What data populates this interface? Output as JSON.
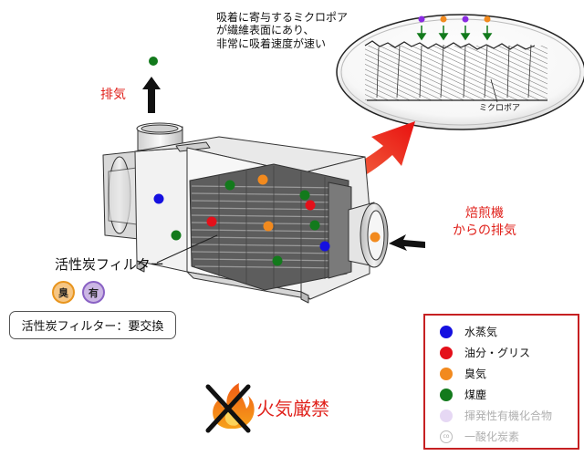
{
  "caption_lines": [
    "吸着に寄与するミクロポア",
    "が繊維表面にあり、",
    "非常に吸着速度が速い"
  ],
  "micropore_label": "ミクロポア",
  "exhaust_label": "排気",
  "intake_label_lines": [
    "焙煎機",
    "からの排気"
  ],
  "filter_label": "活性炭フィルター",
  "badges": [
    "臭",
    "有"
  ],
  "replace_note": "活性炭フィルター：要交換",
  "fire_label": "火気厳禁",
  "legend": [
    {
      "label": "水蒸気",
      "color": "#1510e0",
      "icon": "blue-dot"
    },
    {
      "label": "油分・グリス",
      "color": "#e4101a",
      "icon": "red-dot"
    },
    {
      "label": "臭気",
      "color": "#f28a1e",
      "icon": "orange-dot"
    },
    {
      "label": "煤塵",
      "color": "#137a1c",
      "icon": "green-dot"
    },
    {
      "label": "揮発性有機化合物",
      "color": "#e6d8f4",
      "icon": "lavender-dot",
      "faded": true
    },
    {
      "label": "一酸化炭素",
      "color": "#ffffff",
      "icon": "co-dot",
      "faded": true,
      "mark": "co"
    }
  ],
  "colors": {
    "accent_red": "#e0211b",
    "legend_border": "#c62022"
  }
}
